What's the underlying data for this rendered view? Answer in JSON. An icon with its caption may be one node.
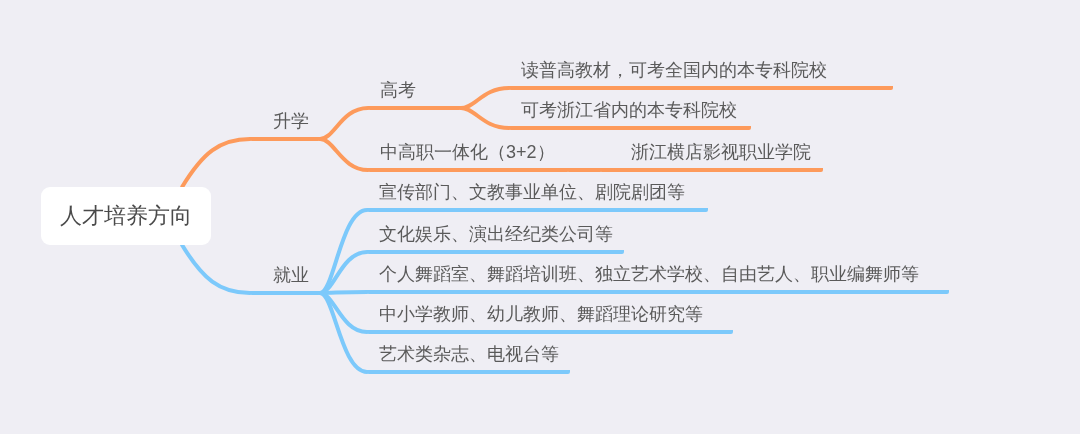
{
  "diagram": {
    "nodes": [
      {
        "text": [
          "人才培养方向"
        ]
      },
      {
        "text": [
          "升学"
        ]
      },
      {
        "text": [
          "高考"
        ]
      },
      {
        "text": [
          "读普高教材，可考全国内的本专科院校"
        ]
      },
      {
        "text": [
          "可考浙江省内的本专科院校"
        ]
      },
      {
        "text": [
          "中高职一体化（3+2）"
        ]
      },
      {
        "text": [
          "浙江横店影视职业学院"
        ]
      },
      {
        "text": [
          "就业"
        ]
      },
      {
        "text": [
          "宣传部门、文教事业单位、剧院剧团等"
        ]
      },
      {
        "text": [
          "文化娱乐、演出经纪类公司等"
        ]
      },
      {
        "text": [
          "个人舞蹈室、舞蹈培训班、独立艺术学校、自由艺人、职业编舞师等"
        ]
      },
      {
        "text": [
          "中小学教师、幼儿教师、舞蹈理论研究等"
        ]
      },
      {
        "text": [
          "艺术类杂志、电视台等"
        ]
      }
    ],
    "edges": [
      {
        "from": 0,
        "to": 1,
        "arrow": "none",
        "color": "#fd9a5b"
      },
      {
        "from": 1,
        "to": 2,
        "arrow": "none",
        "color": "#fd9a5b"
      },
      {
        "from": 2,
        "to": 3,
        "arrow": "none",
        "color": "#fd9a5b"
      },
      {
        "from": 2,
        "to": 4,
        "arrow": "none",
        "color": "#fd9a5b"
      },
      {
        "from": 1,
        "to": 5,
        "arrow": "none",
        "color": "#fd9a5b"
      },
      {
        "from": 5,
        "to": 6,
        "arrow": "none",
        "color": "#fd9a5b"
      },
      {
        "from": 0,
        "to": 7,
        "arrow": "none",
        "color": "#7cc9fb"
      },
      {
        "from": 7,
        "to": 8,
        "arrow": "none",
        "color": "#7cc9fb"
      },
      {
        "from": 7,
        "to": 9,
        "arrow": "none",
        "color": "#7cc9fb"
      },
      {
        "from": 7,
        "to": 10,
        "arrow": "none",
        "color": "#7cc9fb"
      },
      {
        "from": 7,
        "to": 11,
        "arrow": "none",
        "color": "#7cc9fb"
      },
      {
        "from": 7,
        "to": 12,
        "arrow": "none",
        "color": "#7cc9fb"
      }
    ]
  }
}
